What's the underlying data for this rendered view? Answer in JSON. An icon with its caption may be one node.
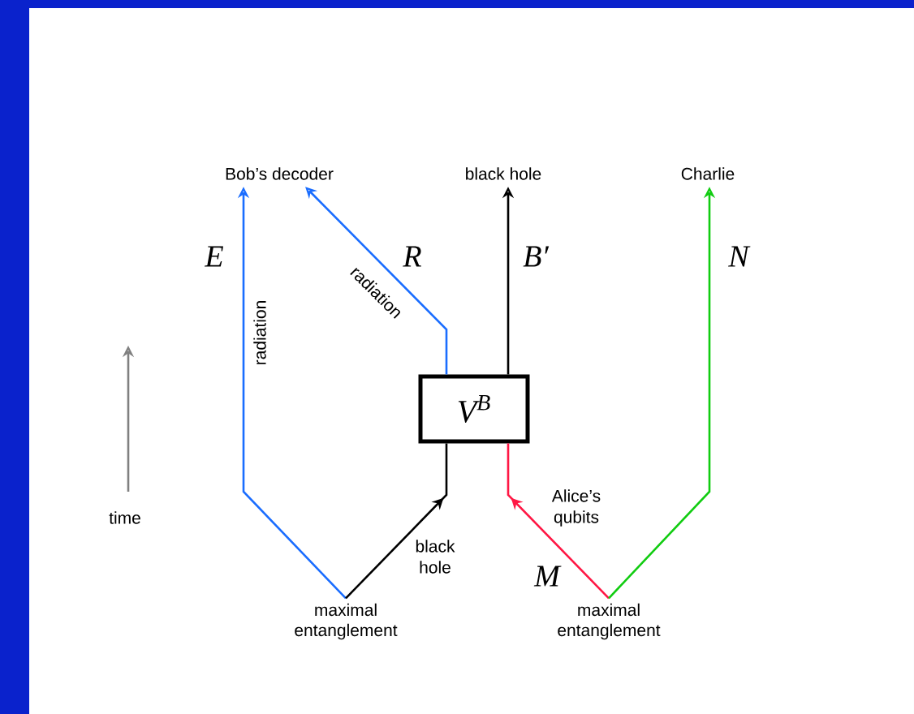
{
  "diagram": {
    "nodes": [
      {
        "text": [
          "Bob’s decoder"
        ]
      },
      {
        "text": [
          "black hole"
        ]
      },
      {
        "text": [
          "Charlie"
        ]
      },
      {
        "text": [
          "V$^{B}$"
        ]
      },
      {
        "text": [
          "maximal entanglement"
        ]
      },
      {
        "text": [
          "maximal entanglement"
        ]
      }
    ],
    "edges": [
      {
        "from": 4,
        "to": 0,
        "arrow": "to",
        "label": "radiation",
        "color": "#1a6dff"
      },
      {
        "from": 4,
        "to": 3,
        "arrow": "to",
        "label": "black hole",
        "color": "#000000"
      },
      {
        "from": 5,
        "to": 3,
        "arrow": "to",
        "label": "Alice’s qubits",
        "color": "#ff1744"
      },
      {
        "from": 5,
        "to": 2,
        "arrow": "to",
        "color": "#11cc11"
      },
      {
        "from": 3,
        "to": 0,
        "arrow": "to",
        "label": "radiation",
        "color": "#1a6dff"
      },
      {
        "from": 3,
        "to": 1,
        "arrow": "to",
        "color": "#000000"
      }
    ],
    "labels": [
      "E",
      "R",
      "B′",
      "N",
      "time",
      "M"
    ]
  }
}
